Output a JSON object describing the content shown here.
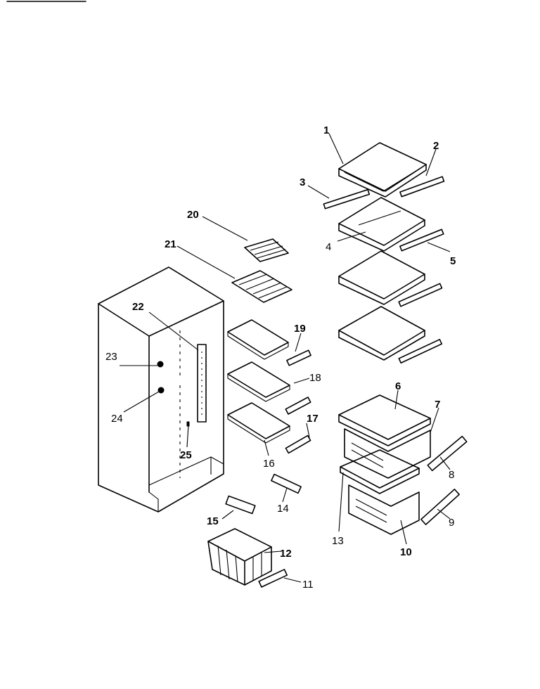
{
  "diagram": {
    "labels": {
      "p1": "1",
      "p2": "2",
      "p3": "3",
      "p4": "4",
      "p5": "5",
      "p6": "6",
      "p7": "7",
      "p8": "8",
      "p9": "9",
      "p10": "10",
      "p11": "11",
      "p12": "12",
      "p13": "13",
      "p14": "14",
      "p15": "15",
      "p16": "16",
      "p17": "17",
      "p18": "18",
      "p19": "19",
      "p20": "20",
      "p21": "21",
      "p22": "22",
      "p23": "23",
      "p24": "24",
      "p25": "25"
    }
  }
}
